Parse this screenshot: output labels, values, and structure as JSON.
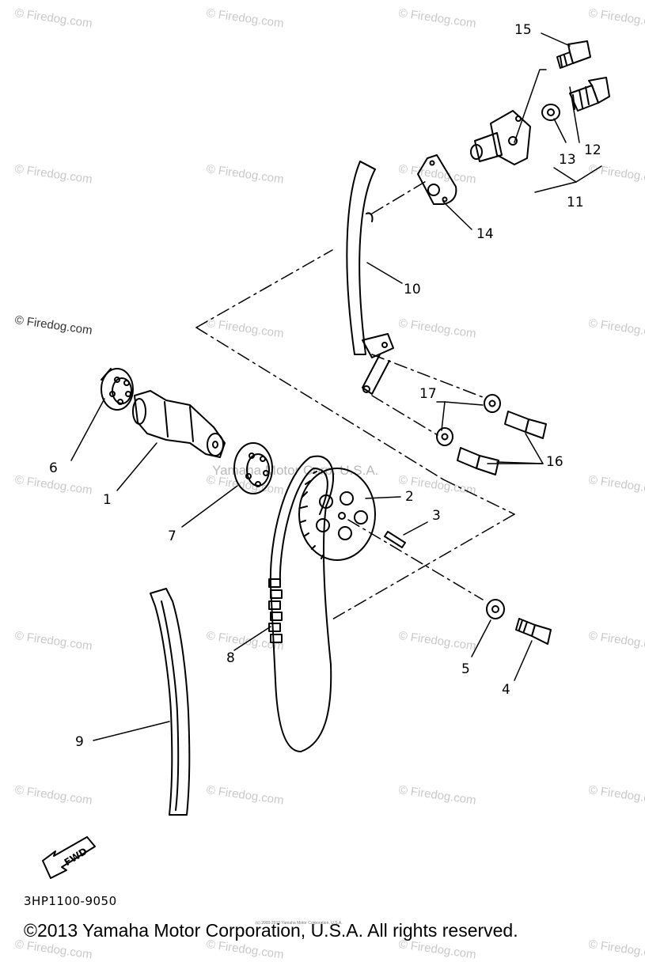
{
  "watermark_text": "© Firedog.com",
  "side_watermark": "© Firedog.com",
  "center_watermark": "Yamaha Motor Corp. U.S.A.",
  "callouts": [
    "1",
    "2",
    "3",
    "4",
    "5",
    "6",
    "7",
    "8",
    "9",
    "10",
    "11",
    "12",
    "13",
    "14",
    "15",
    "16",
    "17"
  ],
  "fwd_label": "FWD",
  "diagram_code": "3HP1100-9050",
  "copyright": "©2013 Yamaha Motor Corporation, U.S.A. All rights reserved.",
  "fine_print": "(c) 2000-2010 Yamaha Motor Corporation, U.S.A."
}
